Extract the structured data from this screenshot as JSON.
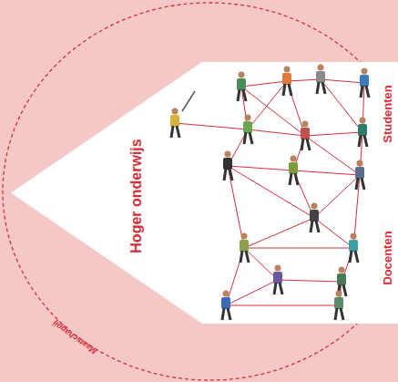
{
  "diagram": {
    "nodes": [
      {
        "text": [
          "Maatschappij"
        ]
      },
      {
        "text": [
          "Hoger onderwijs"
        ],
        "in": 0
      }
    ],
    "labels": [
      "Studenten",
      "Docenten"
    ]
  }
}
